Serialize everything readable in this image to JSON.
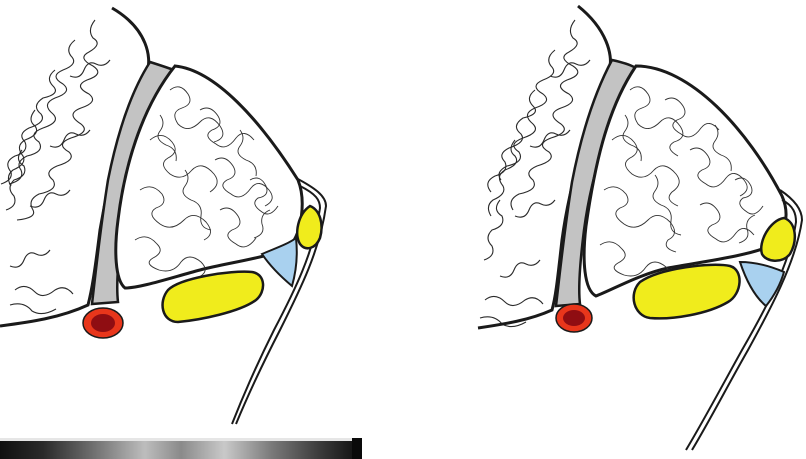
{
  "figure": {
    "panels": [
      {
        "id": "left"
      },
      {
        "id": "right"
      }
    ],
    "structures": [
      "brain-tissue",
      "gray-band",
      "cancellous-bone",
      "yellow-oval-large",
      "yellow-oval-small",
      "blue-wedge",
      "red-vessel",
      "thin-double-line"
    ],
    "colors": {
      "gray": "#c3c3c3",
      "yellow": "#f0ec1c",
      "blue": "#a9d1ef",
      "red_outer": "#e8361b",
      "red_inner": "#8f0d12",
      "outline": "#1a1a1a"
    },
    "bottom_strip": {
      "kind": "radiograph-fragment"
    }
  }
}
